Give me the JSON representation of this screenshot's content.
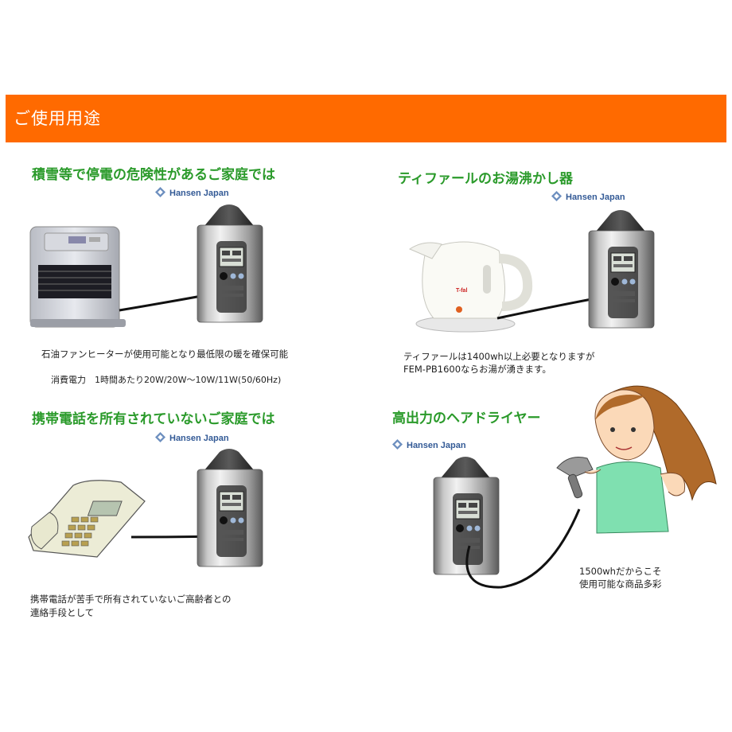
{
  "header": {
    "title": "ご使用用途"
  },
  "brand": {
    "name": "Hansen Japan"
  },
  "panels": {
    "heater": {
      "title": "積雪等で停電の危険性があるご家庭では",
      "caption": "石油ファンヒーターが使用可能となり最低限の暖を確保可能",
      "power": "消費電力　1時間あたり20W/20W～10W/11W(50/60Hz)"
    },
    "kettle": {
      "title": "ティファールのお湯沸かし器",
      "caption_lines": [
        "ティファールは1400wh以上必要となりますが",
        "FEM-PB1600ならお湯が湧きます。"
      ],
      "kettle_logo": "T-fal"
    },
    "phone": {
      "title": "携帯電話を所有されていないご家庭では",
      "caption_lines": [
        "携帯電話が苦手で所有されていないご高齢者との",
        "連絡手段として"
      ]
    },
    "dryer": {
      "title": "高出力のヘアドライヤー",
      "caption_lines": [
        "1500whだからこそ",
        "使用可能な商品多彩"
      ]
    }
  },
  "colors": {
    "header": "#ff6a00",
    "title_green": "#2a9a2a",
    "brand_blue": "#335a96"
  }
}
